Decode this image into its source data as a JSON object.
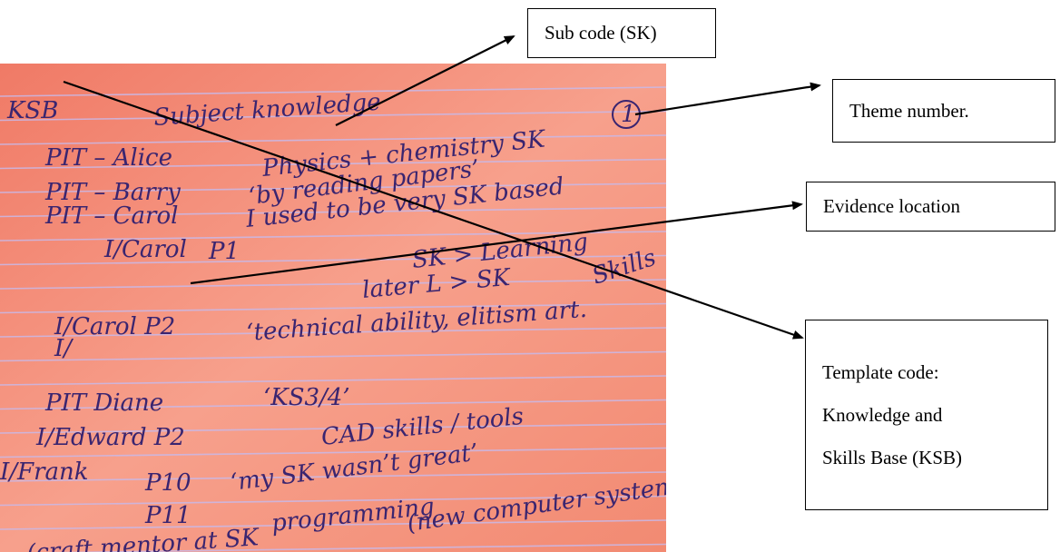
{
  "callouts": {
    "sub_code": "Sub code (SK)",
    "theme_number": "Theme number.",
    "evidence_location": "Evidence location",
    "template_code": [
      "Template code:",
      "Knowledge and",
      "Skills Base (KSB)"
    ]
  },
  "handwriting": {
    "lines": [
      "KSB",
      "Subject knowledge",
      "PIT – Alice",
      "Physics + chemistry SK",
      "PIT – Barry",
      "‘by reading papers’",
      "PIT – Carol",
      "I used to be very SK based",
      "I/Carol",
      "P1",
      "SK > Learning",
      "Skills",
      "later L > SK",
      "I/Carol P2",
      "‘technical ability, elitism art.",
      "I/",
      "PIT Diane",
      "‘KS3/4’",
      "I/Edward P2",
      "CAD skills / tools",
      "I/Frank",
      "P10",
      "‘my SK wasn’t great’",
      "P11",
      "programming",
      "(new computer system",
      "(craft mentor at SK"
    ],
    "theme_circle_label": "1"
  },
  "colors": {
    "paper": "#f4826c",
    "paper_light": "#f7a08c",
    "rule_line": "#c9b9e8",
    "ink": "#3a2570",
    "arrow": "#000000"
  }
}
